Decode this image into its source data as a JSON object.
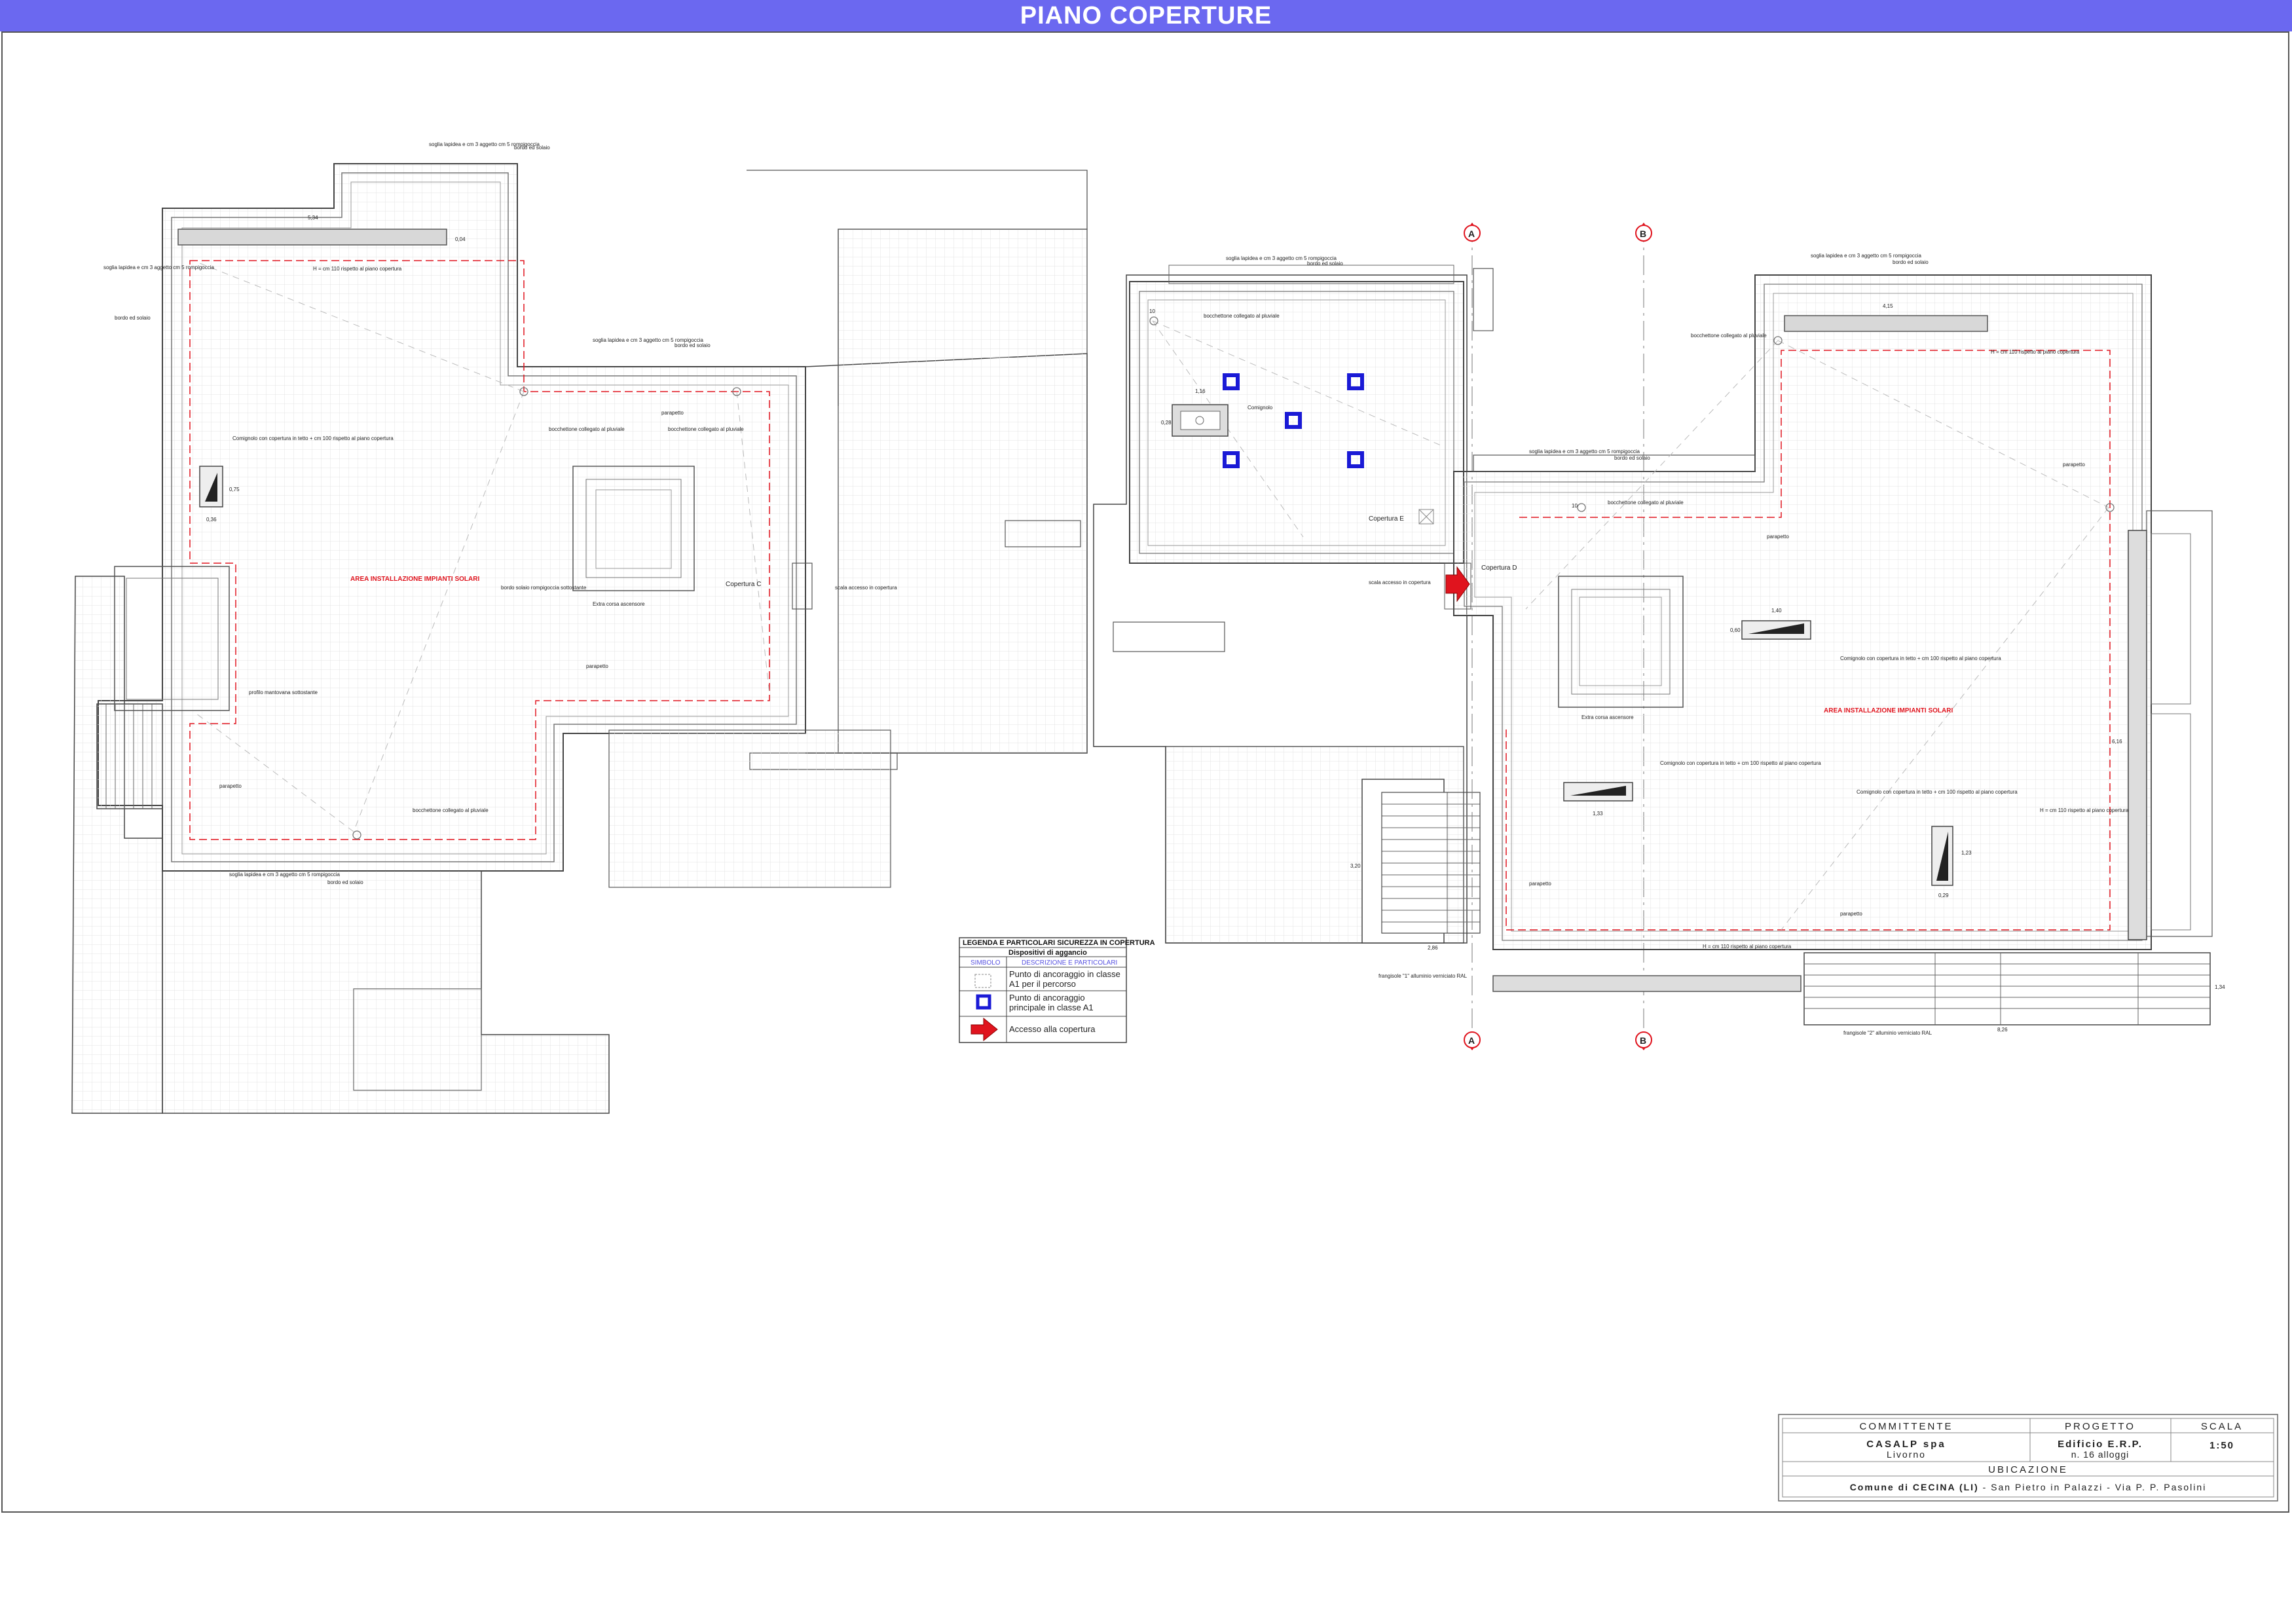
{
  "title": "PIANO COPERTURE",
  "section_marks": {
    "a": "A",
    "b": "B"
  },
  "labels": {
    "area_left": "AREA INSTALLAZIONE IMPIANTI SOLARI",
    "area_right": "AREA INSTALLAZIONE IMPIANTI SOLARI",
    "copertura_c": "Copertura C",
    "copertura_d": "Copertura D",
    "copertura_e": "Copertura E",
    "parapetto": "parapetto",
    "bordo_solaio": "bordo ed solaio",
    "soglia_lapidea": "soglia lapidea e cm 3 aggetto cm 5 rompigoccia",
    "bocchettone": "bocchettone collegato al pluviale",
    "comignolo": "Comignolo",
    "comignolo_copertura": "Comignolo con copertura in tetto + cm 100 rispetto al piano copertura",
    "scala_accesso": "scala accesso in copertura",
    "extra_corsa": "Extra corsa ascensore",
    "frangisole_1": "frangisole \"1\" alluminio verniciato RAL",
    "frangisole_2": "frangisole \"2\" alluminio verniciato RAL",
    "bordo_solaio_rompigoccia": "bordo solaio rompigoccia sottostante",
    "profilo_mantovana": "profilo mantovana sottostante",
    "quota_h": "H = cm 110 rispetto al piano copertura"
  },
  "dimensions": {
    "d_534": "5,34",
    "d_004": "0,04",
    "d_116": "1,16",
    "d_075": "0,75",
    "d_036": "0,36",
    "d_140": "1,40",
    "d_060": "0,60",
    "d_133": "1,33",
    "d_123": "1,23",
    "d_029": "0,29",
    "d_415": "4,15",
    "d_616": "6,16",
    "d_320": "3,20",
    "d_286": "2,86",
    "d_826": "8,26",
    "d_134": "1,34",
    "d_028": "0,28",
    "d_10": "10"
  },
  "legend": {
    "title": "LEGENDA E PARTICOLARI SICUREZZA IN COPERTURA",
    "subtitle": "Dispositivi di aggancio",
    "col_symbol": "SIMBOLO",
    "col_desc": "DESCRIZIONE E PARTICOLARI",
    "rows": [
      {
        "symbol": "anchor-point-icon",
        "desc_1": "Punto di ancoraggio in classe",
        "desc_2": "A1 per il percorso"
      },
      {
        "symbol": "main-anchor-icon",
        "desc_1": "Punto di ancoraggio",
        "desc_2": "principale in classe A1"
      },
      {
        "symbol": "access-arrow-icon",
        "desc_1": "Accesso alla copertura",
        "desc_2": ""
      }
    ]
  },
  "title_block": {
    "committente_label": "COMMITTENTE",
    "committente_name": "CASALP spa",
    "committente_city": "Livorno",
    "progetto_label": "PROGETTO",
    "progetto_name": "Edificio E.R.P.",
    "progetto_sub": "n. 16 alloggi",
    "scala_label": "SCALA",
    "scala_value": "1:50",
    "ubicazione_label": "UBICAZIONE",
    "ubicazione_bold": "Comune di CECINA (LI)",
    "ubicazione_rest": " - San Pietro in Palazzi - Via P. P. Pasolini"
  },
  "colors": {
    "title_bar": "#6b68f0",
    "accent_red": "#e0141e",
    "anchor_blue": "#1a1ad6"
  }
}
